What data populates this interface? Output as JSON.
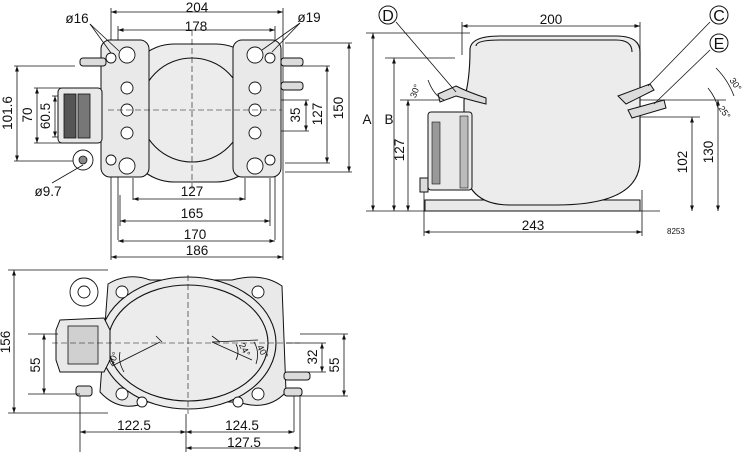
{
  "callouts": {
    "c": "C",
    "d": "D",
    "e": "E"
  },
  "colors": {
    "background": "#ffffff",
    "body_fill": "#ececec",
    "line": "#111111"
  },
  "drawing_number": "8253",
  "front_view": {
    "dims": {
      "d127": "127",
      "d150": "150",
      "d165": "165",
      "d170": "170",
      "d178": "178",
      "d186": "186",
      "d204": "204",
      "d35": "35",
      "d60_5": "60.5",
      "d70": "70",
      "d9_7": "ø9.7",
      "d_101_6": "101.6",
      "hole_left": "ø16",
      "hole_right": "ø19"
    }
  },
  "side_view": {
    "angles": {
      "left": "30°",
      "right_lower": "25°",
      "right_upper": "30°"
    },
    "dims": {
      "d102": "102",
      "d127": "127",
      "d130": "130",
      "d200": "200",
      "d243": "243"
    },
    "labels": {
      "a": "A",
      "b": "B"
    }
  },
  "top_view": {
    "angles": {
      "a24": "24°",
      "a40_left": "40°",
      "a40_right": "40°"
    },
    "dims": {
      "d122_5": "122.5",
      "d124_5": "124.5",
      "d127_5": "127.5",
      "d156": "156",
      "d32": "32",
      "d55_left": "55",
      "d55_right": "55"
    }
  }
}
